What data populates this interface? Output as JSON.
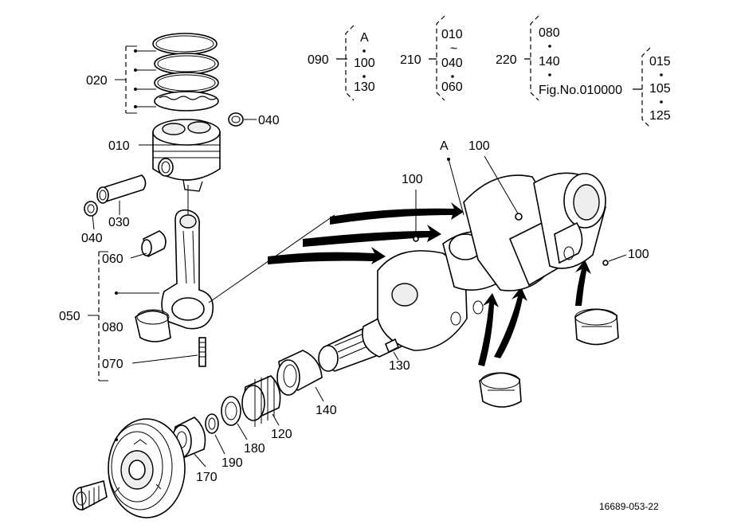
{
  "labels": {
    "p020": "020",
    "p040a": "040",
    "p010": "010",
    "p030": "030",
    "p040b": "040",
    "p060": "060",
    "p050": "050",
    "p080": "080",
    "p070": "070",
    "p100a": "100",
    "p100b": "100",
    "p100c": "100",
    "pA": "A",
    "p130": "130",
    "p140": "140",
    "p120": "120",
    "p180": "180",
    "p190": "190",
    "p170": "170"
  },
  "legend": {
    "g090": {
      "key": "090",
      "items": [
        "A",
        "100",
        "130"
      ]
    },
    "g210": {
      "key": "210",
      "items": [
        "010",
        "040",
        "060"
      ],
      "sep": "~"
    },
    "g220": {
      "key": "220",
      "items": [
        "080",
        "140",
        "Fig.No.010000"
      ]
    },
    "gfig": {
      "items": [
        "015",
        "105",
        "125"
      ]
    }
  },
  "figure_no": "16689-053-22"
}
